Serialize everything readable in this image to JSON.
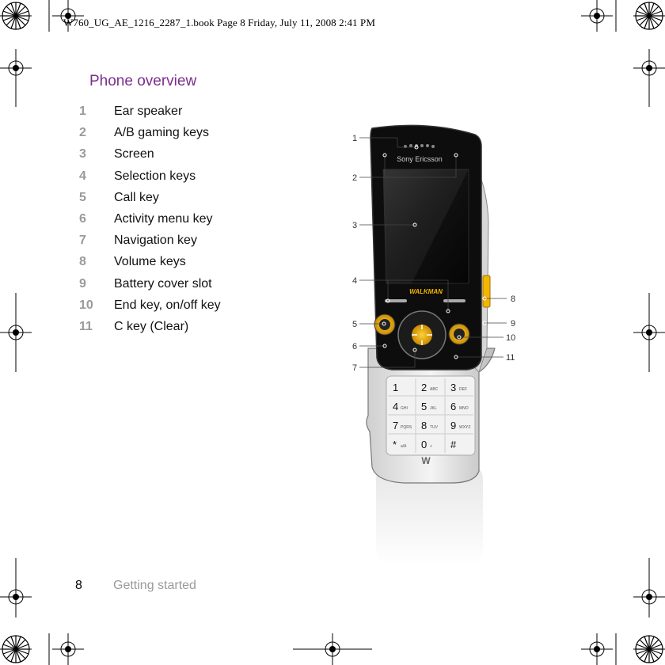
{
  "header": {
    "slug": "W760_UG_AE_1216_2287_1.book  Page 8  Friday, July 11, 2008  2:41 PM"
  },
  "page": {
    "title": "Phone overview"
  },
  "legend": [
    {
      "num": "1",
      "label": "Ear speaker"
    },
    {
      "num": "2",
      "label": "A/B gaming keys"
    },
    {
      "num": "3",
      "label": "Screen"
    },
    {
      "num": "4",
      "label": "Selection keys"
    },
    {
      "num": "5",
      "label": "Call key"
    },
    {
      "num": "6",
      "label": "Activity menu key"
    },
    {
      "num": "7",
      "label": "Navigation key"
    },
    {
      "num": "8",
      "label": "Volume keys"
    },
    {
      "num": "9",
      "label": "Battery cover slot"
    },
    {
      "num": "10",
      "label": "End key, on/off key"
    },
    {
      "num": "11",
      "label": "C key (Clear)"
    }
  ],
  "phone": {
    "brand": "Sony Ericsson",
    "sub_brand": "WALKMAN",
    "keypad": [
      "1",
      "2",
      "3",
      "4",
      "5",
      "6",
      "7",
      "8",
      "9",
      "*",
      "0",
      "#"
    ],
    "keypad_letters": [
      "",
      "ABC",
      "DEF",
      "GHI",
      "JKL",
      "MNO",
      "PQRS",
      "TUV",
      "WXYZ",
      "a/A",
      "+",
      ""
    ]
  },
  "callouts": {
    "left": [
      "1",
      "2",
      "3",
      "4",
      "5",
      "6",
      "7"
    ],
    "right": [
      "8",
      "9",
      "10",
      "11"
    ]
  },
  "footer": {
    "page_number": "8",
    "section": "Getting started"
  },
  "colors": {
    "title": "#7b2d8e",
    "numbers": "#9a9a9a",
    "accent": "#f2b500"
  }
}
